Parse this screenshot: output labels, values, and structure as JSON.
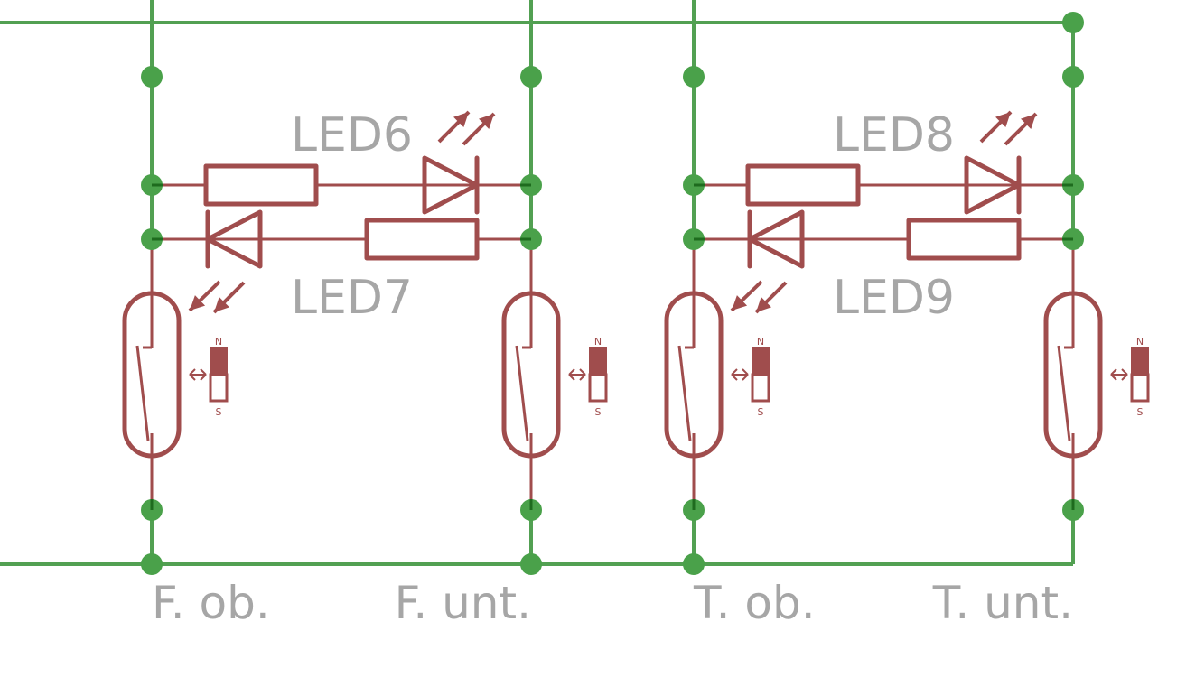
{
  "diagram": {
    "type": "schematic",
    "colors": {
      "net": "#52a052",
      "junction": "#4aa14a",
      "part": "#a04d4d",
      "label": "#a6a6a6",
      "background": "#ffffff"
    },
    "groups": [
      {
        "id": "F",
        "led_top": "LED6",
        "led_bottom": "LED7",
        "left_net_label": "F. ob.",
        "right_net_label": "F. unt."
      },
      {
        "id": "T",
        "led_top": "LED8",
        "led_bottom": "LED9",
        "left_net_label": "T. ob.",
        "right_net_label": "T. unt."
      }
    ],
    "reed_switch": {
      "magnet_north_label": "N",
      "magnet_south_label": "S",
      "motion_symbol": "↔"
    },
    "components_per_group": [
      "resistor-top",
      "led-top",
      "led-bottom",
      "resistor-bottom",
      "reed-switch-left",
      "reed-switch-right"
    ]
  }
}
